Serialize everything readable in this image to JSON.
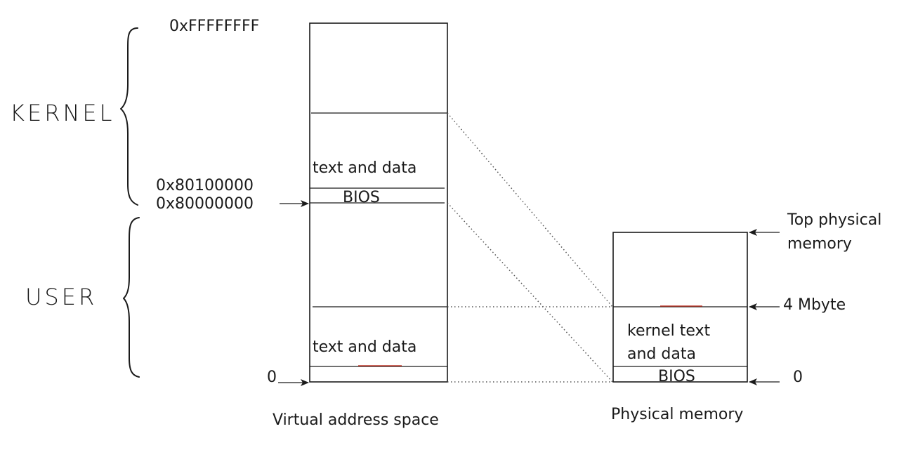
{
  "annotations": {
    "kernel": "KERNEL",
    "user": "USER"
  },
  "virtual": {
    "caption": "Virtual address space",
    "addr_top": "0xFFFFFFFF",
    "addr_kernlink": "0x80100000",
    "addr_kernbase": "0x80000000",
    "addr_zero": "0",
    "kernel_region_label": "text and data",
    "bios_label": "BIOS",
    "user_region_label": "text and data"
  },
  "physical": {
    "caption": "Physical memory",
    "top_label_line1": "Top physical",
    "top_label_line2": "memory",
    "four_mb": "4 Mbyte",
    "zero": "0",
    "kernel_label_line1": "kernel text",
    "kernel_label_line2": "and data",
    "bios_label": "BIOS"
  }
}
